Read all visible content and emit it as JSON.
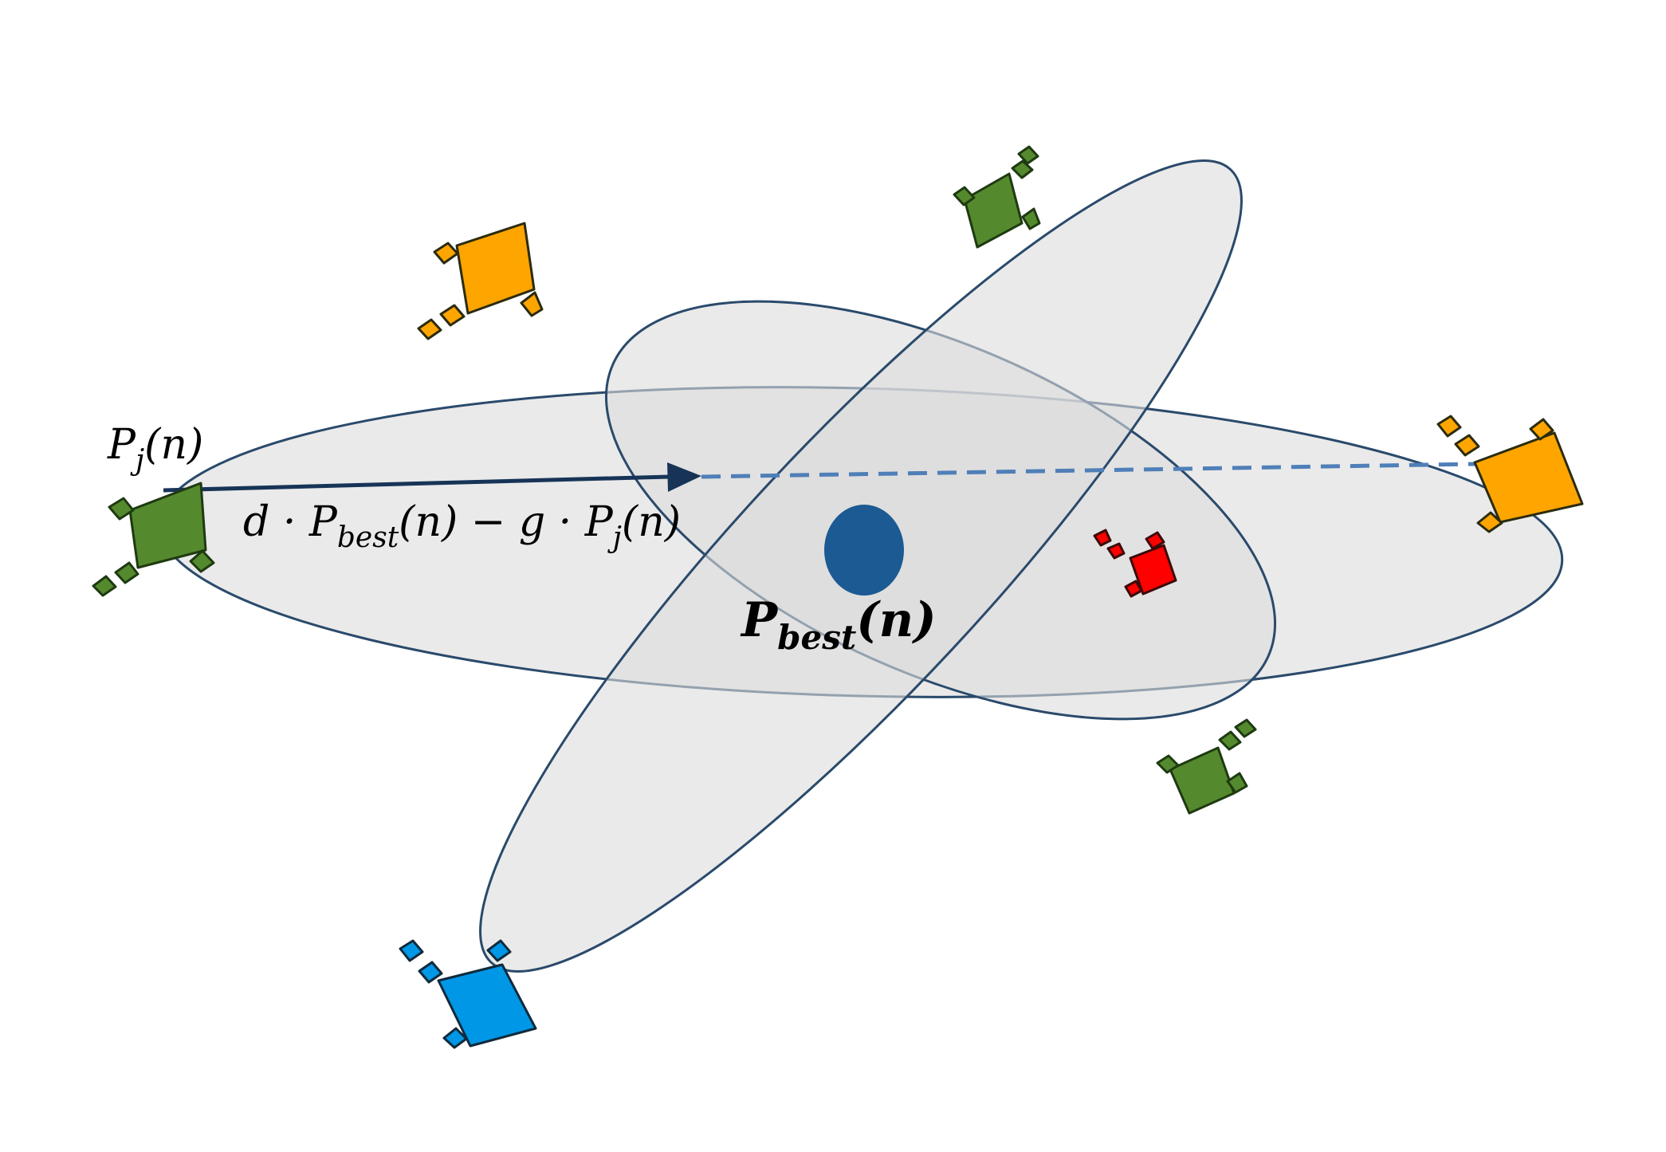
{
  "colors": {
    "ellipse_fill": "#dcdcdc",
    "ellipse_stroke": "#2a4a6b",
    "arrow": "#173457",
    "dashed_line": "#4f7fb8",
    "best_point": "#1b5a92",
    "agent_green": "#548a2d",
    "agent_orange": "#ffa500",
    "agent_blue": "#0097e6",
    "agent_red": "#ff0000",
    "agent_outline": "#1f3a12"
  },
  "labels": {
    "pj": {
      "base": "P",
      "sub": "j",
      "tail": "(n)"
    },
    "update": {
      "d_part": "d · ",
      "best_base": "P",
      "best_sub": "best",
      "mid": "(n) − g · ",
      "pj_base": "P",
      "pj_sub": "j",
      "tail": "(n)"
    },
    "best": {
      "base": "P",
      "sub": "best",
      "tail": "(n)"
    }
  },
  "agents": [
    {
      "name": "agent-green-left",
      "color": "green"
    },
    {
      "name": "agent-orange-top-left",
      "color": "orange"
    },
    {
      "name": "agent-green-top",
      "color": "green"
    },
    {
      "name": "agent-orange-right",
      "color": "orange"
    },
    {
      "name": "agent-red-center-right",
      "color": "red"
    },
    {
      "name": "agent-green-bottom-right",
      "color": "green"
    },
    {
      "name": "agent-blue-bottom-left",
      "color": "blue"
    }
  ]
}
